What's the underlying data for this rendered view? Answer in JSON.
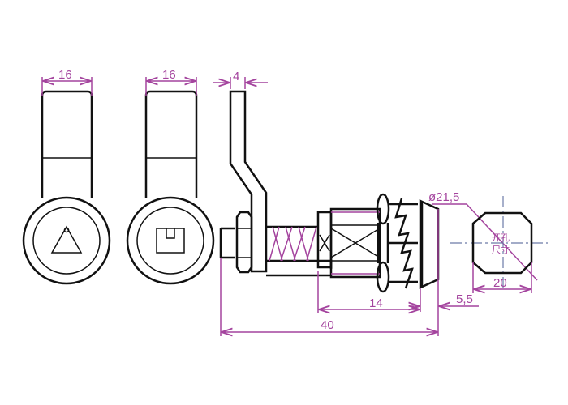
{
  "dimensions": {
    "front_width_1": "16",
    "front_width_2": "16",
    "cam_thickness": "4",
    "diameter": "ø21,5",
    "thread_length": "14",
    "flange_offset": "5,5",
    "total_length": "40",
    "cutout_width": "20"
  },
  "cutout_label_line1": "开孔",
  "cutout_label_line2": "尺寸",
  "colors": {
    "line": "#111111",
    "dimension": "#a4449e",
    "centerline": "#6c7aa8"
  }
}
